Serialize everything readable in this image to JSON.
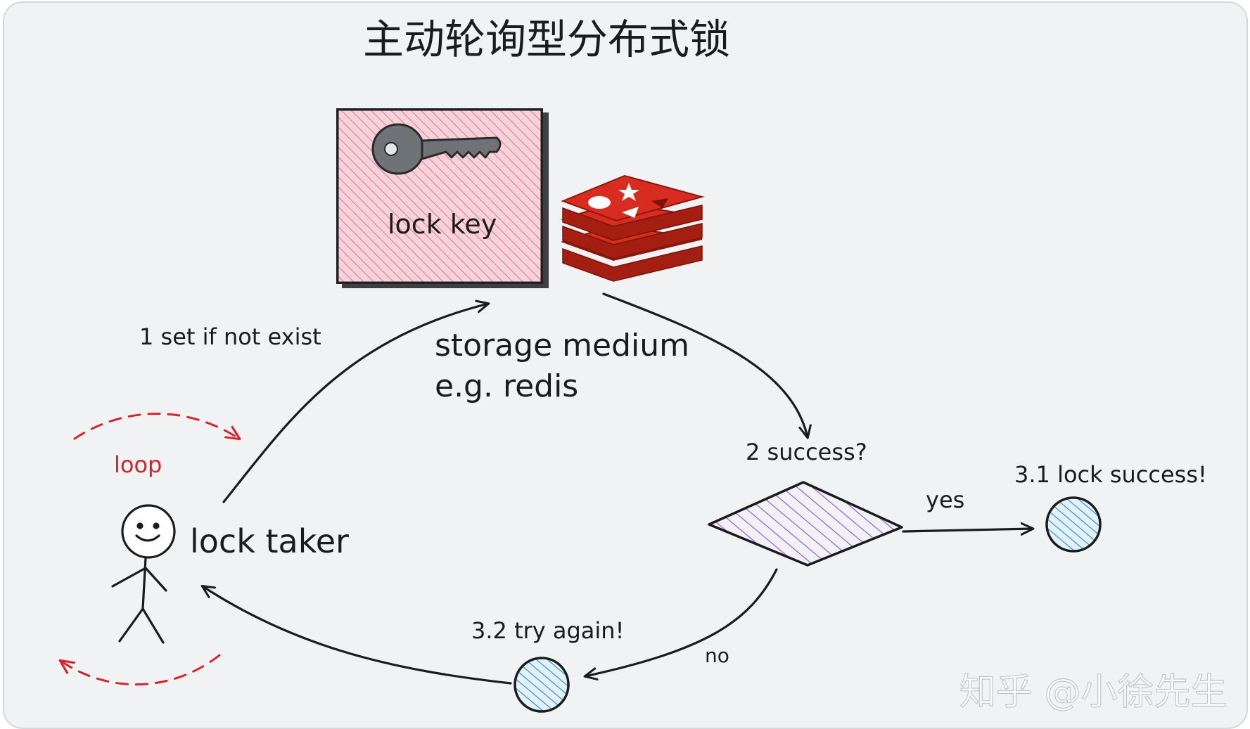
{
  "title": "主动轮询型分布式锁",
  "lock_key": {
    "label": "lock key"
  },
  "storage": {
    "line1": "storage medium",
    "line2": "e.g. redis"
  },
  "steps": {
    "set": "1 set if not exist",
    "success_q": "2 success?",
    "yes": "yes",
    "no": "no",
    "lock_success": "3.1 lock success!",
    "try_again": "3.2 try again!"
  },
  "actor": {
    "label": "lock taker"
  },
  "loop": {
    "label": "loop"
  },
  "watermark": "知乎 @小徐先生",
  "colors": {
    "lock_key_fill": "#f4c9d3",
    "lock_key_hatch": "#e27b96",
    "redis": "#d82c20",
    "redis_dark": "#a41e11",
    "decision_hatch": "#9b5de5",
    "circle_hatch": "#2e8fd6",
    "loop": "#d8232a",
    "key": "#6f7276"
  }
}
